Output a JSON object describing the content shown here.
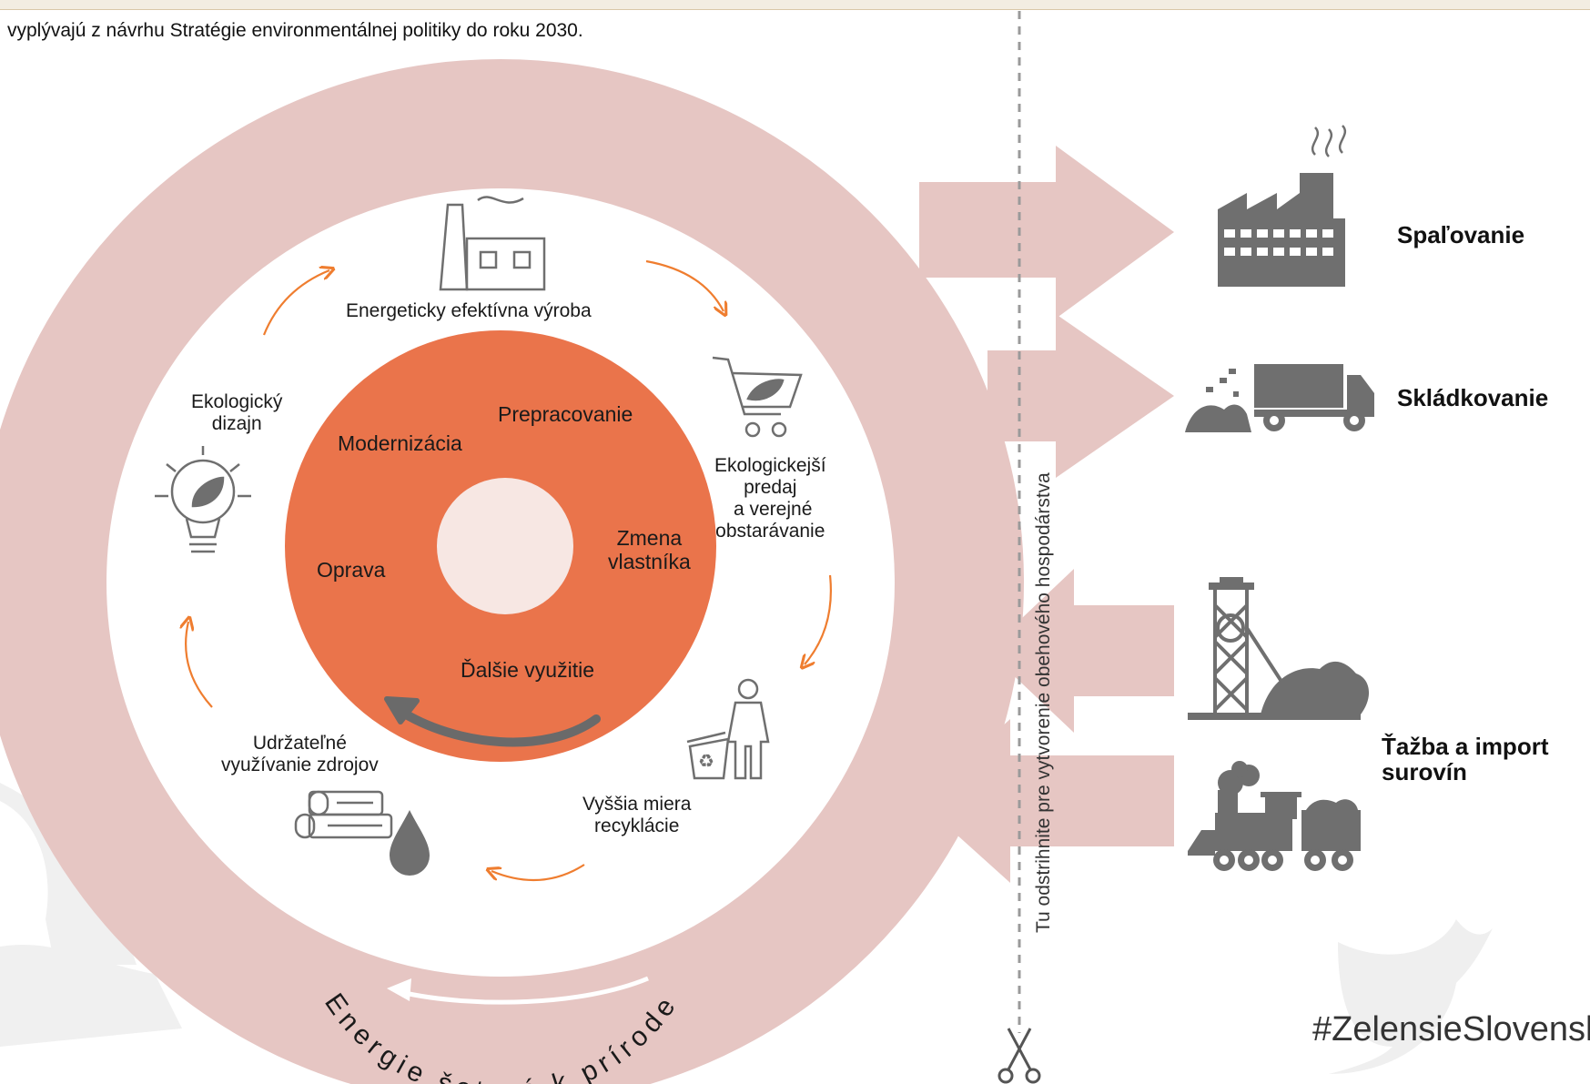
{
  "header": {
    "intro_text": "vyplývajú z návrhu Stratégie environmentálnej politiky do roku 2030."
  },
  "colors": {
    "outer_ring": "#e6c6c3",
    "inner_core": "#ea744b",
    "core_hole": "#f7e7e3",
    "accent_arrow": "#ef7d2f",
    "icon_gray": "#6f6f6f",
    "dashed_line": "#9a9a9a"
  },
  "cycle_steps": {
    "production": "Energeticky efektívna výroba",
    "sales": "Ekologickejší\npredaj\n a verejné\nobstarávanie",
    "recycling": "Vyššia miera\nrecyklácie",
    "resources": "Udržateľné\nvyužívanie zdrojov",
    "ecodesign": "Ekologický\ndizajn"
  },
  "core_actions": {
    "modernization": "Modernizácia",
    "reprocessing": "Prepracovanie",
    "owner_change": "Zmena\nvlastníka",
    "repair": "Oprava",
    "reuse": "Ďalšie využitie"
  },
  "outer_ring_text": "Energie šetrné k prírode",
  "divider_label": "Tu odstrihnite pre vytvorenie obehového hospodárstva",
  "side_outputs": {
    "incineration": "Spaľovanie",
    "landfill": "Skládkovanie",
    "extraction": "Ťažba a import\nsurovín"
  },
  "icons": {
    "production": "factory-icon",
    "sales": "shopping-cart-leaf-icon",
    "recycling": "person-recycle-bin-icon",
    "resources": "logs-water-drop-icon",
    "ecodesign": "lightbulb-leaf-icon",
    "incineration": "smoking-factory-icon",
    "landfill": "dump-truck-icon",
    "extraction_mine": "mine-tower-icon",
    "extraction_train": "freight-train-icon",
    "scissors": "scissors-icon",
    "twitter": "bird-icon"
  },
  "hashtag": "#ZelensieSlovensko"
}
